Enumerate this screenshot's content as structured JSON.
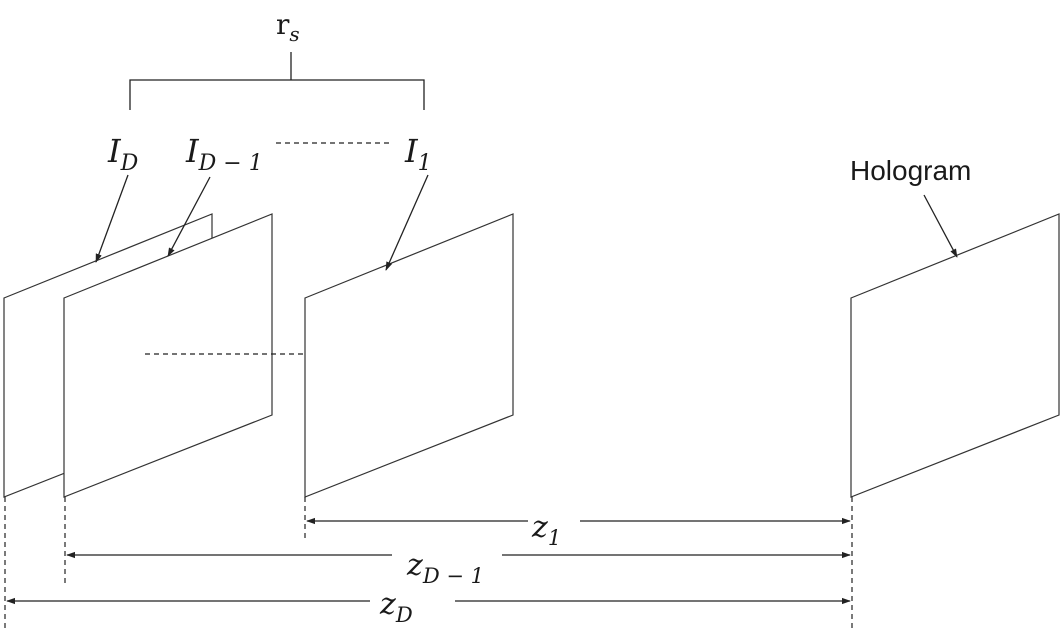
{
  "labels": {
    "rs_main": "r",
    "rs_sub": "s",
    "id_main": "I",
    "id_sub": "D",
    "id1_main": "I",
    "id1_sub": "D − 1",
    "i1_main": "I",
    "i1_sub": "1",
    "hologram": "Hologram",
    "z1_main": "z",
    "z1_sub": "1",
    "zd1_main": "z",
    "zd1_sub": "D − 1",
    "zd_main": "z",
    "zd_sub": "D"
  }
}
